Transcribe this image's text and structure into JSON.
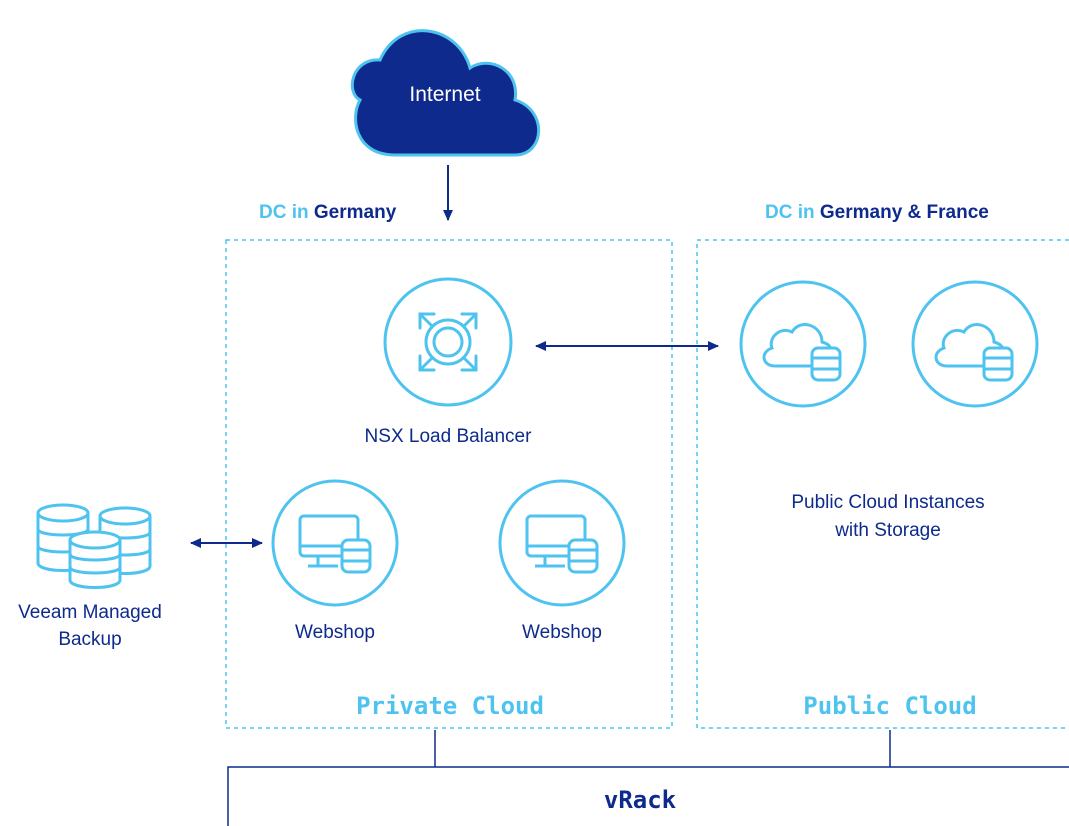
{
  "internet": {
    "label": "Internet"
  },
  "regions": {
    "private": {
      "dc_prefix": "DC in",
      "dc_location": "Germany",
      "title": "Private Cloud"
    },
    "public": {
      "dc_prefix": "DC in",
      "dc_location": "Germany & France",
      "title": "Public Cloud"
    }
  },
  "nodes": {
    "load_balancer": "NSX Load Balancer",
    "webshop_1": "Webshop",
    "webshop_2": "Webshop",
    "backup_line1": "Veeam Managed",
    "backup_line2": "Backup",
    "public_instances_line1": "Public Cloud Instances",
    "public_instances_line2": "with Storage"
  },
  "vrack": {
    "label": "vRack"
  },
  "colors": {
    "navy": "#0d2a8c",
    "light_blue": "#4ec3ef"
  }
}
